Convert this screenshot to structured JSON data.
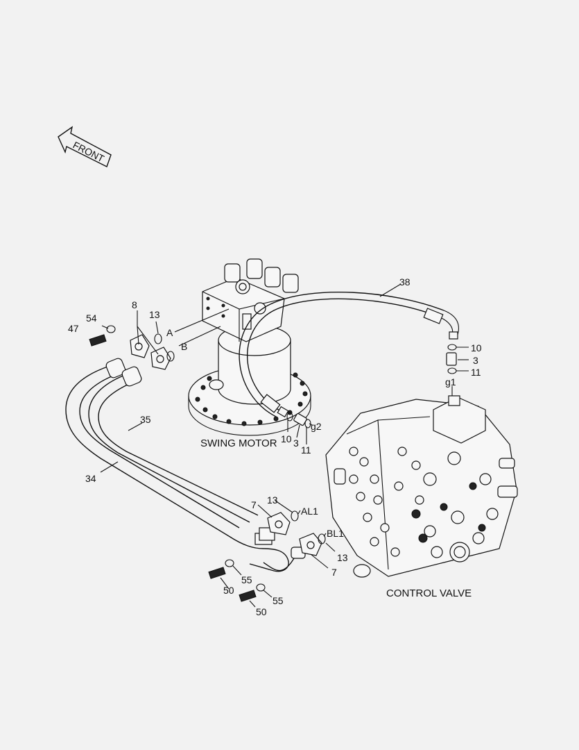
{
  "front_label": "FRONT",
  "components": {
    "swing_motor": "SWING MOTOR",
    "control_valve": "CONTROL VALVE"
  },
  "callouts": {
    "c54": "54",
    "c47": "47",
    "c8": "8",
    "c13a": "13",
    "cA": "A",
    "cB": "B",
    "c38": "38",
    "c10a": "10",
    "c3a": "3",
    "c11a": "11",
    "cg1": "g1",
    "c35": "35",
    "c34": "34",
    "c10b": "10",
    "c3b": "3",
    "cg2": "g2",
    "c11b": "11",
    "c7a": "7",
    "c13b": "13",
    "cAL1": "AL1",
    "cBL1": "BL1",
    "c13c": "13",
    "c7b": "7",
    "c55a": "55",
    "c50a": "50",
    "c55b": "55",
    "c50b": "50"
  },
  "icons": [
    "front-arrow-icon"
  ]
}
